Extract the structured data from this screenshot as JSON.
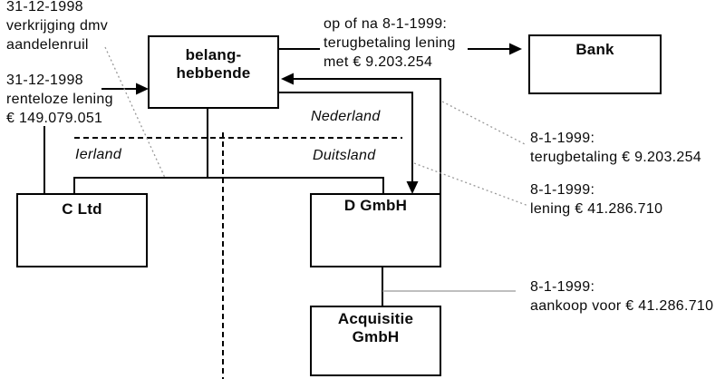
{
  "colors": {
    "background": "#ffffff",
    "ink": "#000000",
    "annotation_line": "#999999",
    "box_fill": "#ffffff"
  },
  "boxes": {
    "belanghebbende": "belang-\nhebbende",
    "bank": "Bank",
    "c_ltd": "C Ltd",
    "d_gmbh": "D GmbH",
    "acquisitie_gmbh": "Acquisitie\nGmbH"
  },
  "regions": {
    "nederland": "Nederland",
    "ierland": "Ierland",
    "duitsland": "Duitsland"
  },
  "notes": {
    "share_exchange": "31-12-1998\nverkrijging dmv\naandelenruil",
    "interest_free_loan": "31-12-1998\nrenteloze lening\n€ 149.079.051",
    "bank_repayment": "op of na 8-1-1999:\nterugbetaling lening\nmet € 9.203.254",
    "repayment_label": "8-1-1999:\nterugbetaling € 9.203.254",
    "loan_label": "8-1-1999:\nlening € 41.286.710",
    "purchase_label": "8-1-1999:\naankoop voor € 41.286.710"
  }
}
